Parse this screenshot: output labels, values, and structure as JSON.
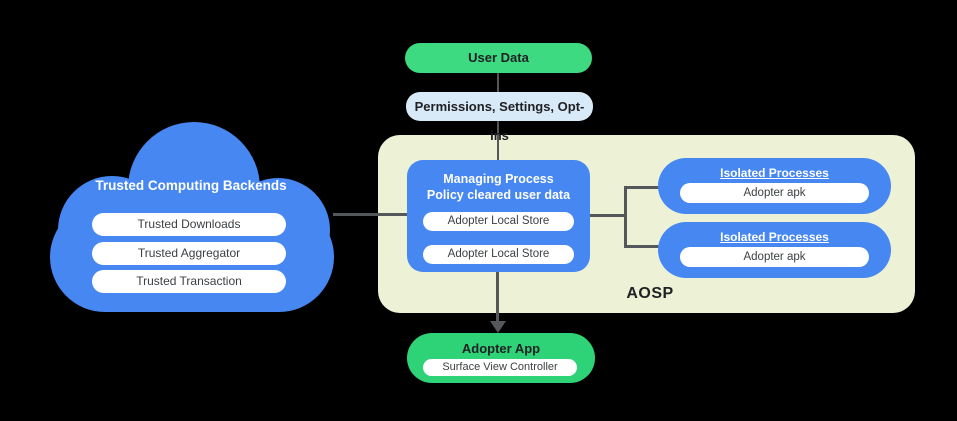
{
  "colors": {
    "background": "#000000",
    "blue": "#4687f2",
    "green_light": "#3dda81",
    "green_dark": "#2ed377",
    "light_blue": "#d8e9f7",
    "pale": "#edf2d6",
    "line": "#54585a",
    "text_dark": "#202124",
    "text_gray": "#3c4043"
  },
  "cloud": {
    "title": "Trusted Computing Backends",
    "items": [
      "Trusted Downloads",
      "Trusted Aggregator",
      "Trusted Transaction"
    ]
  },
  "flow": {
    "user_data": "User Data",
    "permissions": "Permissions,  Settings, Opt-ins"
  },
  "aosp": {
    "label": "AOSP",
    "managing": {
      "title_line1": "Managing Process",
      "title_line2": "Policy cleared user data",
      "stores": [
        "Adopter Local Store",
        "Adopter Local Store"
      ]
    },
    "isolated": [
      {
        "title": "Isolated Processes",
        "item": "Adopter apk"
      },
      {
        "title": "Isolated Processes",
        "item": "Adopter apk"
      }
    ]
  },
  "bottom": {
    "title": "Adopter App",
    "item": "Surface View Controller"
  }
}
